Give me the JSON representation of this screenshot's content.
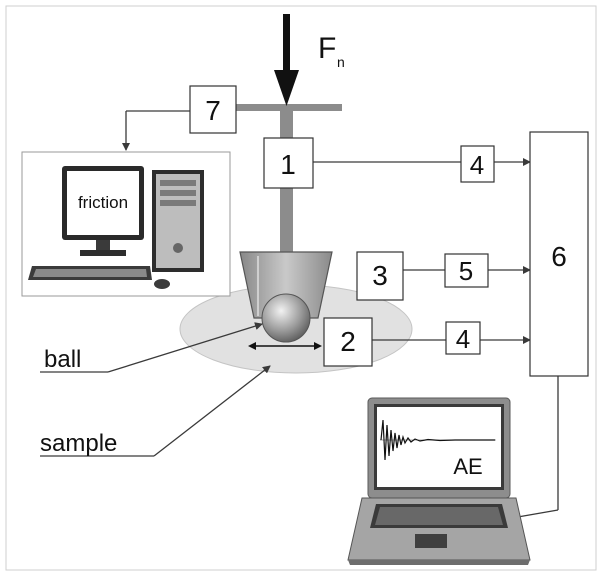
{
  "force": {
    "symbol": "F",
    "subscript": "n"
  },
  "blocks": {
    "b1": "1",
    "b2": "2",
    "b3": "3",
    "b4_top": "4",
    "b4_bottom": "4",
    "b5": "5",
    "b6": "6",
    "b7": "7"
  },
  "labels": {
    "ball": "ball",
    "sample": "sample",
    "friction_screen": "friction",
    "ae_screen": "AE"
  },
  "colors": {
    "line": "#3a3a3a",
    "box_stroke": "#333333",
    "sample_fill": "#e1e1e1",
    "rod": "#8c8c8c",
    "holder": "#a9a9a9"
  }
}
